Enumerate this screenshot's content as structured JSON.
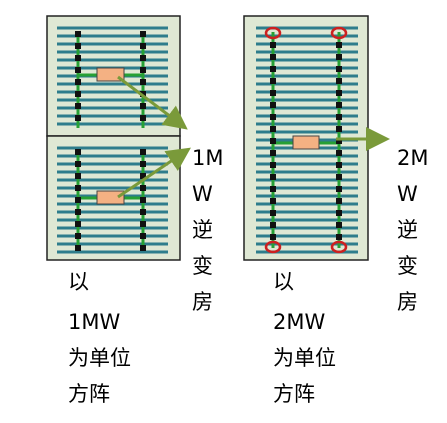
{
  "colors": {
    "panel_fill": "#dfe8d4",
    "string_blue": "#2e7d8c",
    "bus_green": "#27a035",
    "inverter_box": "#f4b183",
    "arrow_olive": "#7a9a3a",
    "highlight_red": "#cc2020"
  },
  "left_block": {
    "inverter_label_lines": [
      "1M",
      "W",
      "逆",
      "变",
      "房"
    ],
    "unit_label_lines": [
      "以",
      "1MW",
      "为单位",
      "方阵"
    ]
  },
  "right_block": {
    "inverter_label_lines": [
      "2M",
      "W",
      "逆",
      "变",
      "房"
    ],
    "unit_label_lines": [
      "以",
      "2MW",
      "为单位",
      "方阵"
    ]
  }
}
